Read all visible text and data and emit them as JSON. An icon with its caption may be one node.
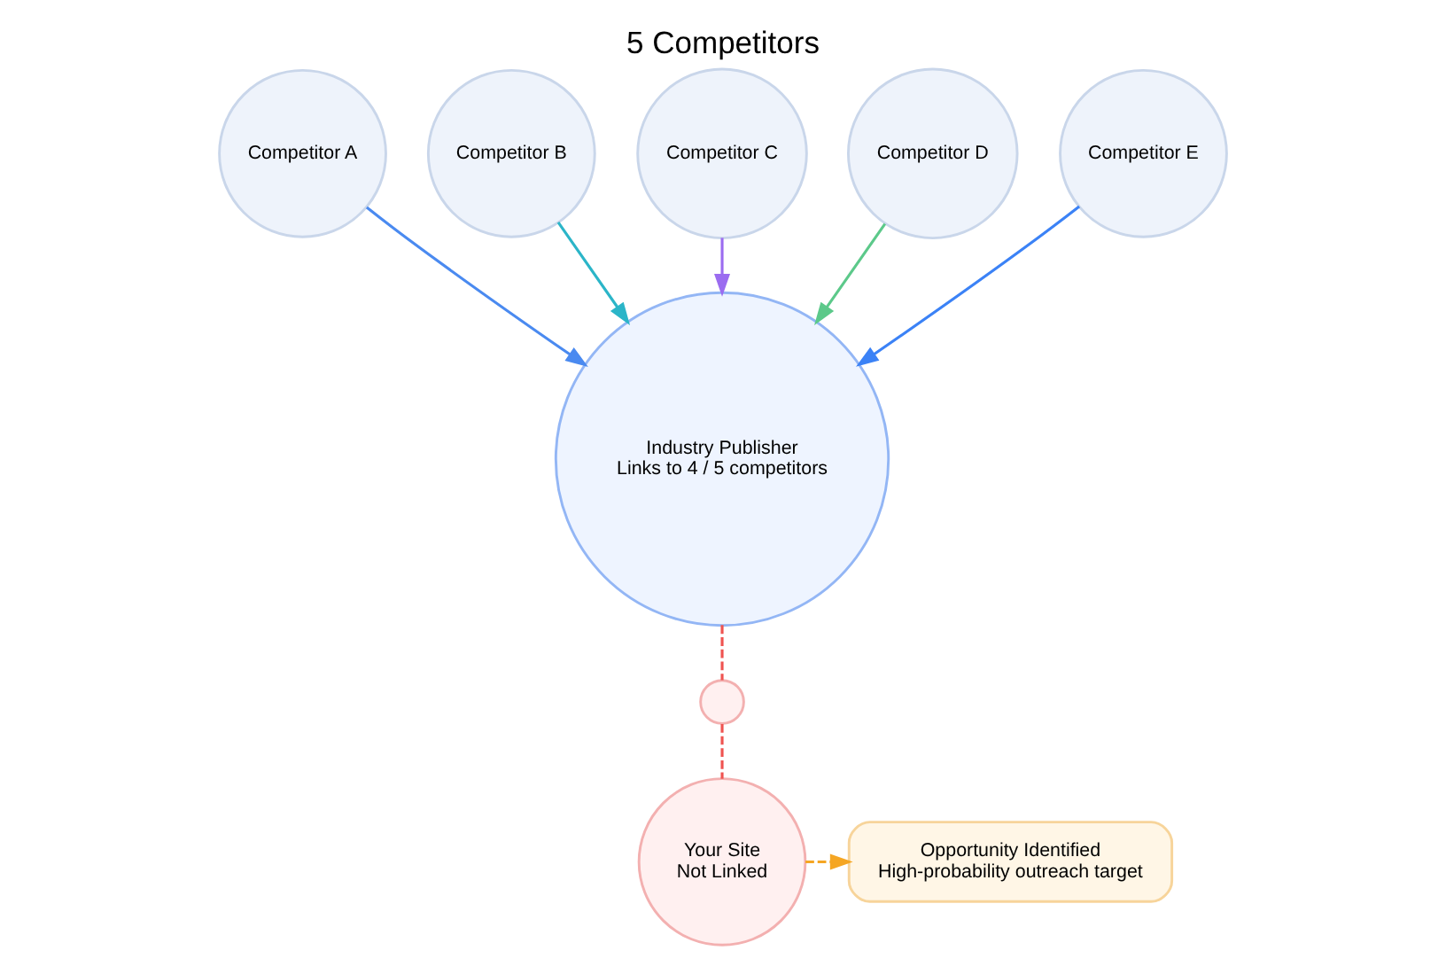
{
  "diagram": {
    "title": "5 Competitors",
    "nodes": [
      {
        "text": [
          "Competitor A"
        ]
      },
      {
        "text": [
          "Competitor B"
        ]
      },
      {
        "text": [
          "Competitor C"
        ]
      },
      {
        "text": [
          "Competitor D"
        ]
      },
      {
        "text": [
          "Competitor E"
        ]
      },
      {
        "text": [
          "Industry Publisher",
          "Links to 4 / 5 competitors"
        ]
      },
      {
        "text": [],
        "shape": "circle"
      },
      {
        "text": [
          "Your Site",
          "Not Linked"
        ]
      },
      {
        "text": [
          "Opportunity Identified",
          "High-probability outreach target"
        ]
      }
    ],
    "edges": [
      {
        "from": 0,
        "to": 5,
        "arrow": "to",
        "color": "#4a8af0"
      },
      {
        "from": 1,
        "to": 5,
        "arrow": "to",
        "color": "#2bb5c8"
      },
      {
        "from": 2,
        "to": 5,
        "arrow": "to",
        "color": "#9b6cf0"
      },
      {
        "from": 3,
        "to": 5,
        "arrow": "to",
        "color": "#5cc98a"
      },
      {
        "from": 4,
        "to": 5,
        "arrow": "to",
        "color": "#3b82f6"
      },
      {
        "from": 5,
        "to": 6,
        "arrow": "none",
        "style": "dashed",
        "color": "#ef5350"
      },
      {
        "from": 6,
        "to": 7,
        "arrow": "none",
        "style": "dashed",
        "color": "#ef5350"
      },
      {
        "from": 7,
        "to": 8,
        "arrow": "to",
        "style": "dashed",
        "color": "#f5a623"
      }
    ]
  }
}
